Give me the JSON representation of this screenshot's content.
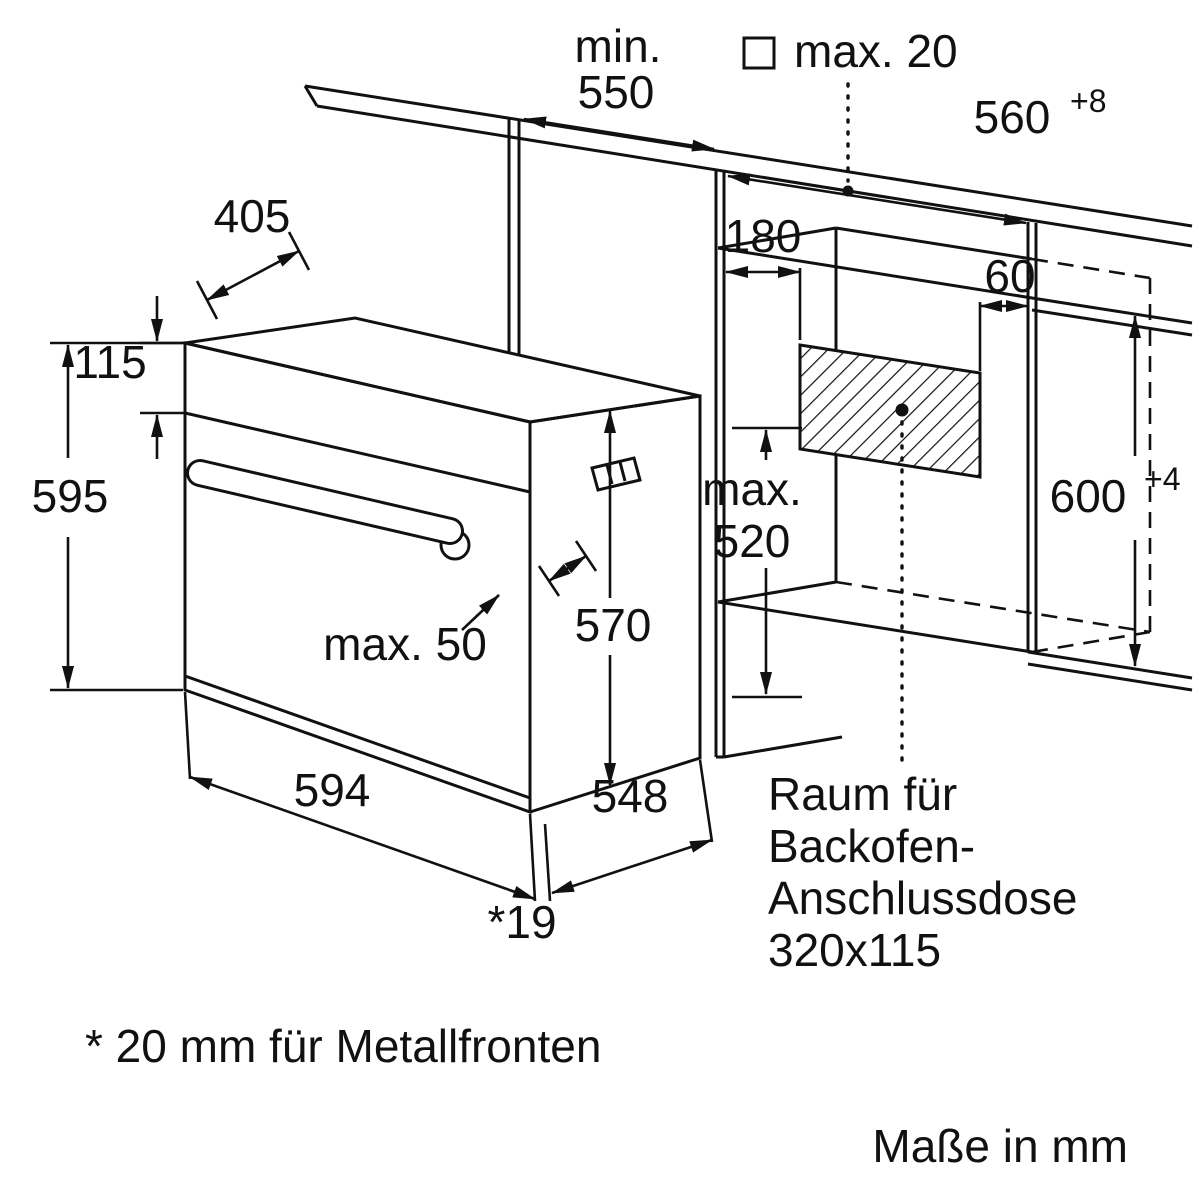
{
  "diagram": {
    "labels": {
      "min550_l1": "min.",
      "min550_l2": "550",
      "max20": "max. 20",
      "w560": "560",
      "w560_tol": "+8",
      "d405": "405",
      "d180": "180",
      "d60": "60",
      "h115": "115",
      "h595": "595",
      "max520_l1": "max.",
      "max520_l2": "520",
      "h600": "600",
      "h600_tol": "+4",
      "max50": "max. 50",
      "h570": "570",
      "w594": "594",
      "d548": "548",
      "gap19": "*19",
      "socket_l1": "Raum für",
      "socket_l2": "Backofen-",
      "socket_l3": "Anschlussdose",
      "socket_l4": "320x115",
      "footnote": "* 20 mm für Metallfronten",
      "units": "Maße in mm"
    },
    "line_color": "#111111",
    "background": "#ffffff"
  }
}
